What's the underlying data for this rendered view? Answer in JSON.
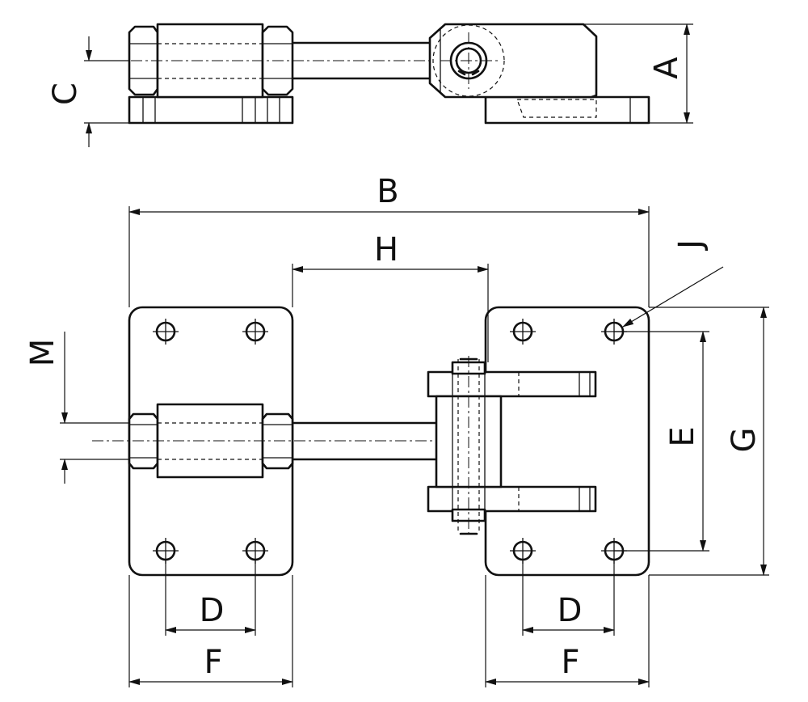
{
  "labels": {
    "A": "A",
    "B": "B",
    "C": "C",
    "D": "D",
    "E": "E",
    "F": "F",
    "G": "G",
    "H": "H",
    "J": "J",
    "M": "M"
  }
}
